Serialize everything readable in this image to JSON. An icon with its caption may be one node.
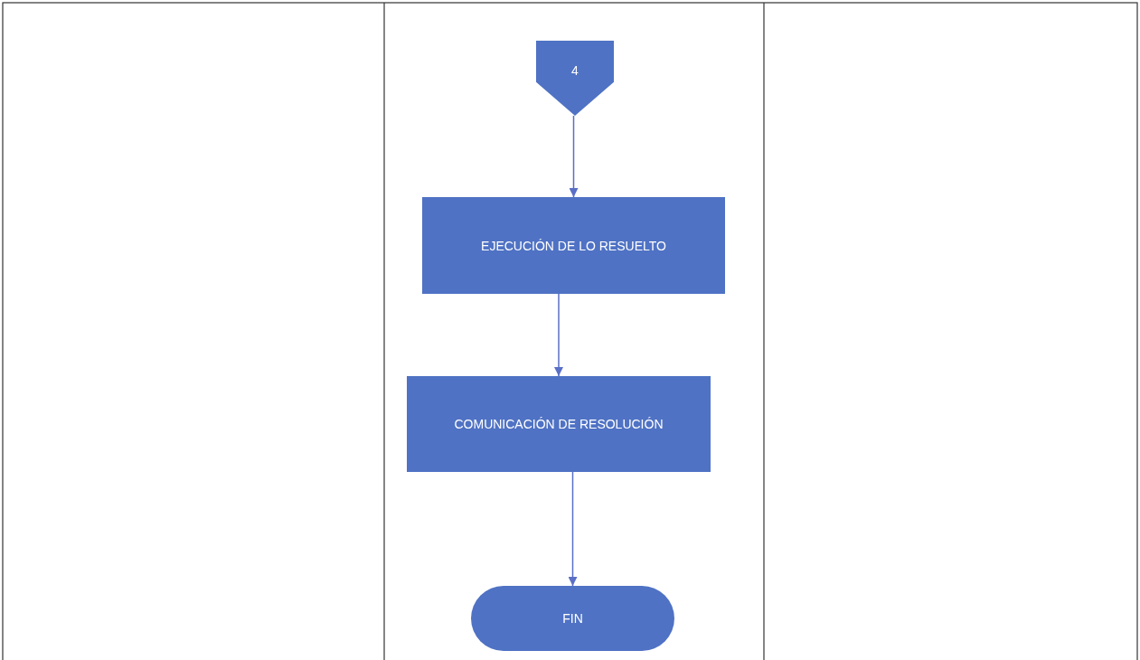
{
  "diagram": {
    "nodes": [
      {
        "text": [
          "4"
        ]
      },
      {
        "text": [
          "EJECUCIÓN DE LO RESUELTO"
        ]
      },
      {
        "text": [
          "COMUNICACIÓN DE RESOLUCIÓN"
        ]
      },
      {
        "text": [
          "FIN"
        ]
      }
    ],
    "edges": [
      {
        "from": 0,
        "to": 1,
        "arrow": "to"
      },
      {
        "from": 1,
        "to": 2,
        "arrow": "to"
      },
      {
        "from": 2,
        "to": 3,
        "arrow": "to"
      }
    ]
  }
}
